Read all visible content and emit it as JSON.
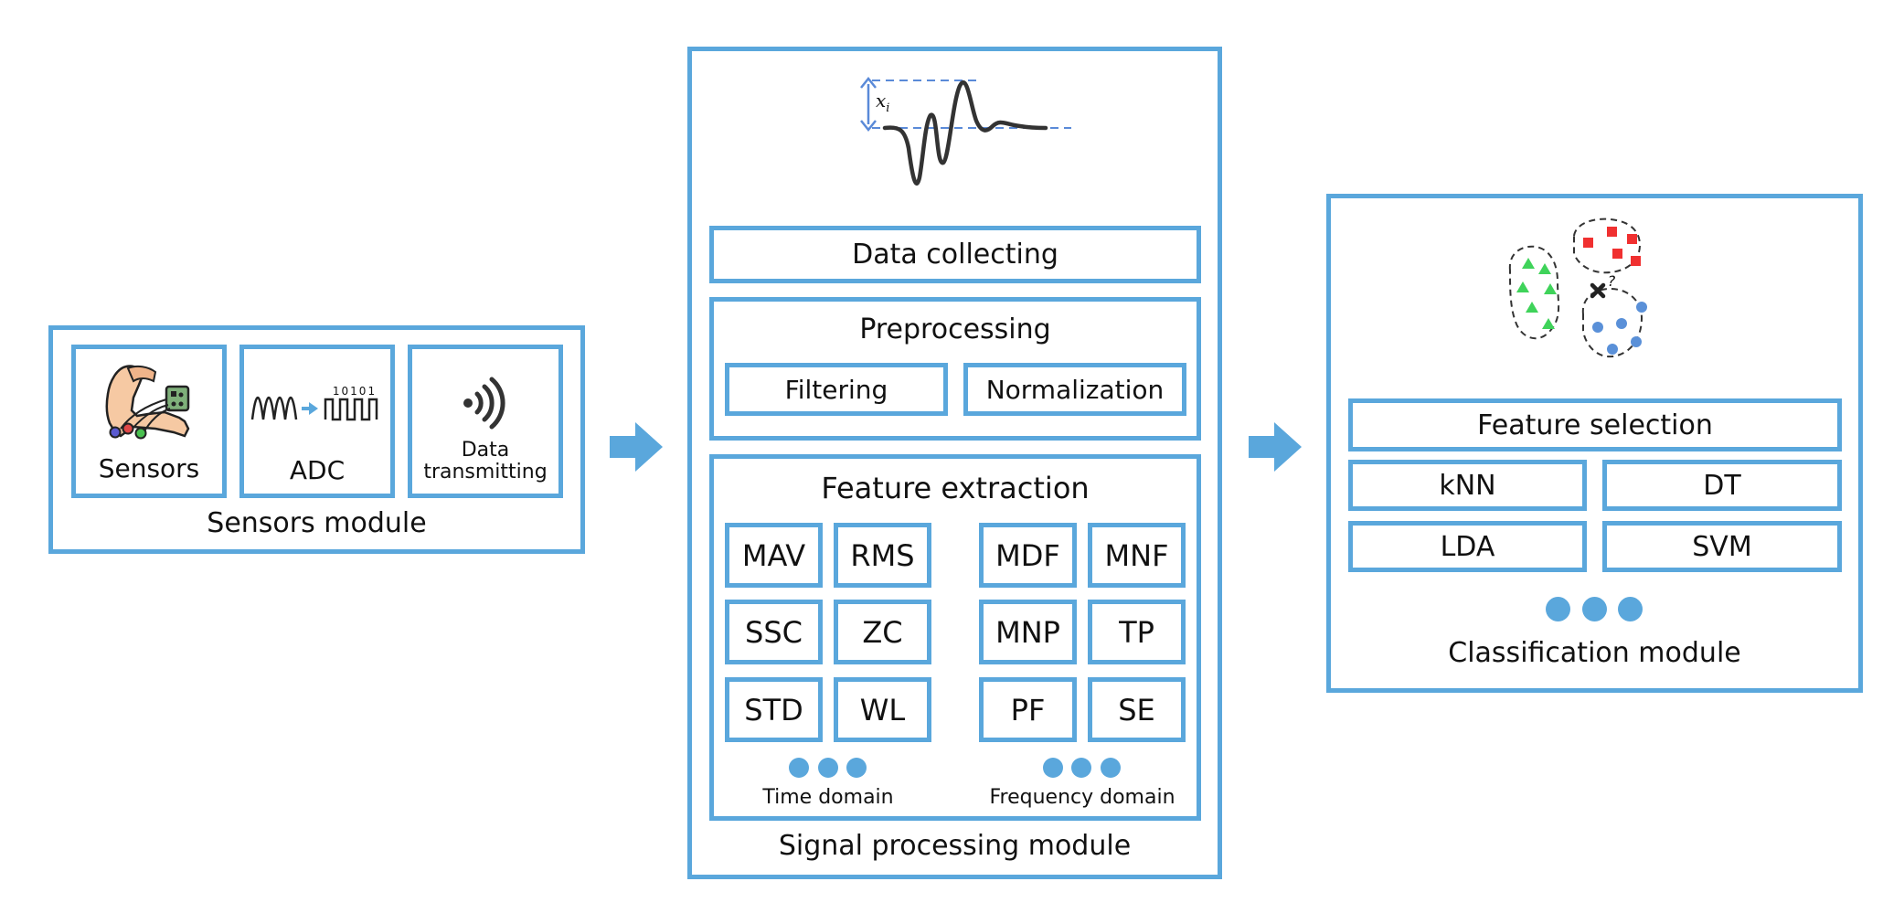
{
  "colors": {
    "accent": "#5aa7dc",
    "text": "#111111",
    "triangle": "#3fd35a",
    "square": "#f03030",
    "circle": "#5a90d8"
  },
  "sensors_module": {
    "title": "Sensors module",
    "items": [
      {
        "label": "Sensors",
        "icon": "arm-emg-sensor-icon"
      },
      {
        "label": "ADC",
        "icon": "analog-to-digital-icon",
        "bits": "10101"
      },
      {
        "label_lines": [
          "Data",
          "transmitting"
        ],
        "icon": "wireless-signal-icon"
      }
    ]
  },
  "signal_module": {
    "title": "Signal processing module",
    "waveform_label": "x",
    "waveform_subscript": "i",
    "data_collecting": "Data collecting",
    "preprocessing": {
      "title": "Preprocessing",
      "items": [
        "Filtering",
        "Normalization"
      ]
    },
    "feature_extraction": {
      "title": "Feature extraction",
      "time_domain": {
        "label": "Time domain",
        "features": [
          "MAV",
          "RMS",
          "SSC",
          "ZC",
          "STD",
          "WL"
        ]
      },
      "frequency_domain": {
        "label": "Frequency domain",
        "features": [
          "MDF",
          "MNF",
          "MNP",
          "TP",
          "PF",
          "SE"
        ]
      }
    }
  },
  "classification_module": {
    "title": "Classification module",
    "feature_selection": "Feature selection",
    "classifiers": [
      "kNN",
      "DT",
      "LDA",
      "SVM"
    ],
    "query_mark": "?"
  }
}
